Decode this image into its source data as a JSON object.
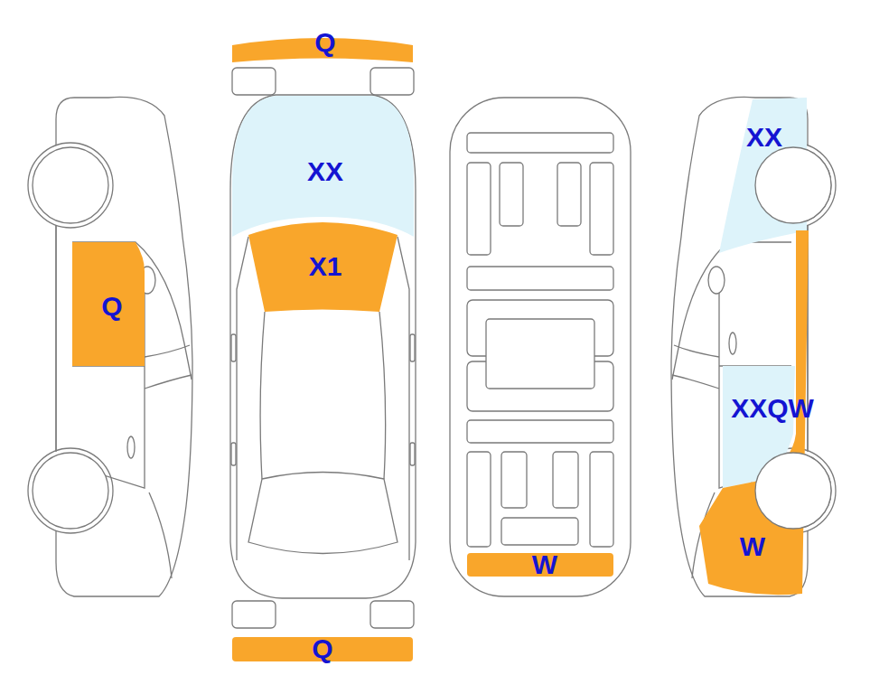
{
  "diagram": {
    "nodes": [
      {
        "text": [
          "Q"
        ]
      },
      {
        "text": [
          "XX"
        ]
      },
      {
        "text": [
          "XX"
        ]
      },
      {
        "text": [
          "X1"
        ]
      },
      {
        "text": [
          "Q"
        ]
      },
      {
        "text": [
          "XXQW"
        ]
      },
      {
        "text": [
          "W"
        ]
      },
      {
        "text": [
          "W"
        ]
      },
      {
        "text": [
          "Q"
        ]
      }
    ]
  }
}
